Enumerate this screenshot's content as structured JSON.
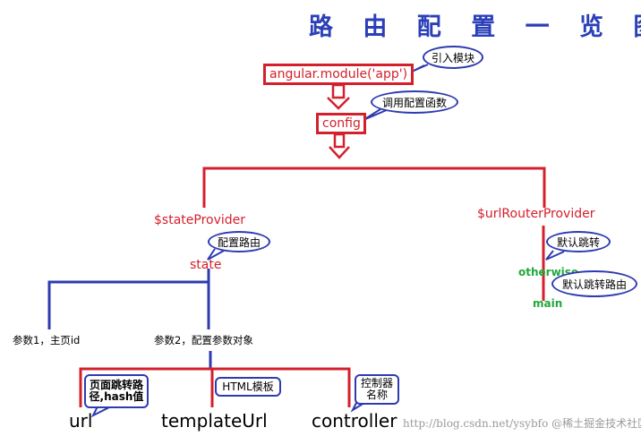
{
  "title": "路 由 配 置 一 览 图",
  "nodes": {
    "module": "angular.module('app')",
    "config": "config",
    "state_provider": "$stateProvider",
    "state": "state",
    "url_router_provider": "$urlRouterProvider",
    "otherwise": "otherwise",
    "main": "main",
    "param1": "参数1，主页id",
    "param2": "参数2，配置参数对象",
    "url": "url",
    "template_url": "templateUrl",
    "controller": "controller"
  },
  "callouts": {
    "import_module": "引入模块",
    "call_config": "调用配置函数",
    "config_route": "配置路由",
    "default_redirect": "默认跳转",
    "default_redirect_route": "默认跳转路由",
    "url_desc": "页面跳转路径,hash值",
    "template_desc": "HTML模板",
    "controller_desc": "控制器名称"
  },
  "watermark": "http://blog.csdn.net/ysybfo  @稀土掘金技术社区",
  "colors": {
    "red": "#d4202c",
    "blue": "#2e3bb0",
    "green": "#1fa83d",
    "title": "#2b3fb8"
  }
}
